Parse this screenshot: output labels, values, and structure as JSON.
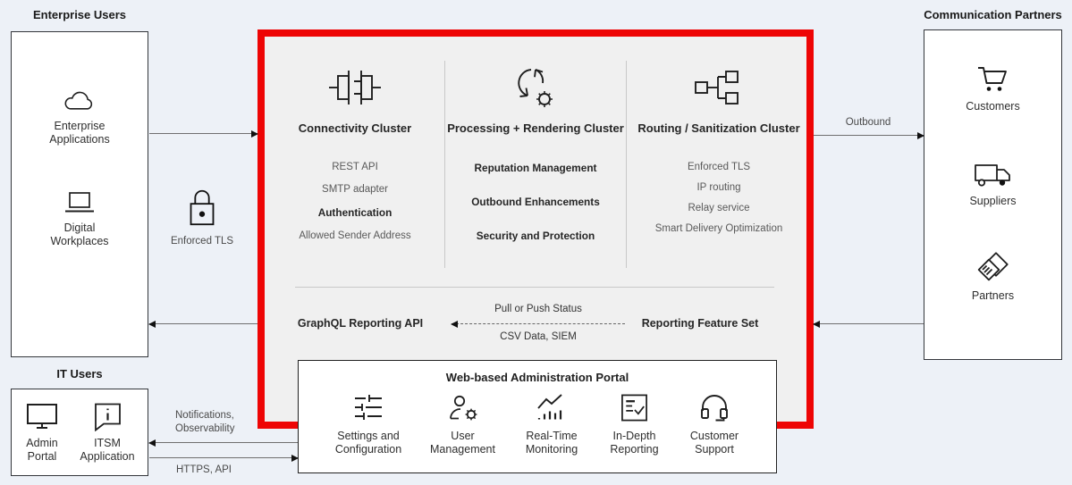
{
  "colors": {
    "background": "#edf1f7",
    "red_frame": "#ee0505",
    "cluster_bg": "#f0f0f0",
    "box_border": "#33363b",
    "divider": "#c8c8c8",
    "arrow_line": "#6f6f6f",
    "text_dark": "#262626",
    "text_gray": "#595959"
  },
  "enterprise_users": {
    "title": "Enterprise Users",
    "items": [
      {
        "label": "Enterprise Applications",
        "icon": "cloud-icon"
      },
      {
        "label": "Digital Workplaces",
        "icon": "laptop-icon"
      }
    ]
  },
  "it_users": {
    "title": "IT Users",
    "items": [
      {
        "label": "Admin Portal",
        "icon": "monitor-icon"
      },
      {
        "label": "ITSM Application",
        "icon": "info-bubble-icon"
      }
    ]
  },
  "communication_partners": {
    "title": "Communication Partners",
    "items": [
      {
        "label": "Customers",
        "icon": "cart-icon"
      },
      {
        "label": "Suppliers",
        "icon": "truck-icon"
      },
      {
        "label": "Partners",
        "icon": "handshake-icon"
      }
    ]
  },
  "clusters": [
    {
      "title": "Connectivity Cluster",
      "icon": "connector-icon",
      "items": [
        {
          "label": "REST API",
          "bold": false
        },
        {
          "label": "SMTP adapter",
          "bold": false
        },
        {
          "label": "Authentication",
          "bold": true
        },
        {
          "label": "Allowed Sender Address",
          "bold": false
        }
      ]
    },
    {
      "title": "Processing + Rendering Cluster",
      "icon": "sync-gear-icon",
      "items": [
        {
          "label": "Reputation Management",
          "bold": true
        },
        {
          "label": "Outbound Enhancements",
          "bold": true
        },
        {
          "label": "Security and Protection",
          "bold": true
        }
      ]
    },
    {
      "title": "Routing / Sanitization Cluster",
      "icon": "network-tree-icon",
      "items": [
        {
          "label": "Enforced TLS",
          "bold": false
        },
        {
          "label": "IP routing",
          "bold": false
        },
        {
          "label": "Relay service",
          "bold": false
        },
        {
          "label": "Smart Delivery Optimization",
          "bold": false
        }
      ]
    }
  ],
  "reporting": {
    "left_label": "GraphQL Reporting API",
    "right_label": "Reporting Feature Set",
    "arrow_top_label": "Pull or Push Status",
    "arrow_bottom_label": "CSV Data, SIEM"
  },
  "admin_portal": {
    "title": "Web-based Administration Portal",
    "items": [
      {
        "label": "Settings and Configuration",
        "icon": "sliders-icon"
      },
      {
        "label": "User Management",
        "icon": "user-gear-icon"
      },
      {
        "label": "Real-Time Monitoring",
        "icon": "chart-icon"
      },
      {
        "label": "In-Depth Reporting",
        "icon": "checklist-icon"
      },
      {
        "label": "Customer Support",
        "icon": "headset-icon"
      }
    ]
  },
  "edge_labels": {
    "enforced_tls": "Enforced TLS",
    "outbound": "Outbound",
    "notifications": "Notifications, Observability",
    "https_api": "HTTPS, API"
  }
}
